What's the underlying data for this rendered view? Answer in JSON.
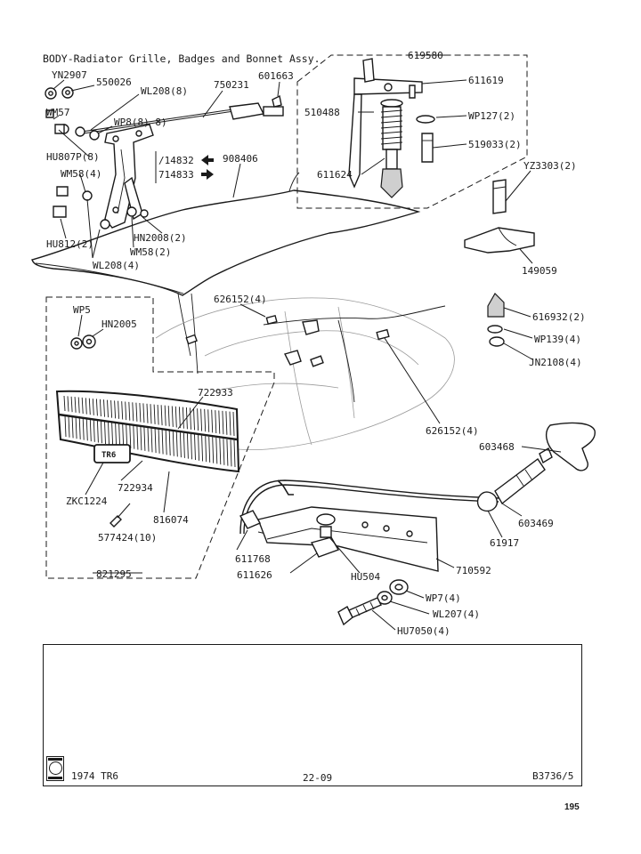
{
  "title": "BODY-Radiator Grille, Badges and Bonnet Assy.",
  "labels": {
    "yn2907": "YN2907",
    "p550026": "550026",
    "wl208_8": "WL208(8)",
    "p750231": "750231",
    "p601663": "601663",
    "wm57": "WM57",
    "wp8_8": "WP8(8) 8)",
    "hu807p": "HU807P(8)",
    "p714832": "/14832",
    "p714833": "714833",
    "p908406": "908406",
    "wm58_4": "WM58(4)",
    "hn2008": "HN2008(2)",
    "hu812": "HU812(2)",
    "wm58_2": "WM58(2)",
    "wl208_4": "WL208(4)",
    "p619580": "619580",
    "p611619": "611619",
    "p510488": "510488",
    "wp127": "WP127(2)",
    "p519033": "519033(2)",
    "p611624": "611624",
    "yz3303": "YZ3303(2)",
    "p149059": "149059",
    "p626152_top": "626152(4)",
    "p616932": "616932(2)",
    "wp139": "WP139(4)",
    "jn2108": "JN2108(4)",
    "wp5": "WP5",
    "hn2005": "HN2005",
    "p722933": "722933",
    "p626152_bot": "626152(4)",
    "p603468": "603468",
    "p722934": "722934",
    "zkc1224": "ZKC1224",
    "p816074": "816074",
    "p577424": "577424(10)",
    "p603469": "603469",
    "p61917": "61917",
    "p611768": "611768",
    "p710592": "710592",
    "p611626": "611626",
    "hu504": "HU504",
    "p821295": "821295",
    "wp7": "WP7(4)",
    "wl207": "WL207(4)",
    "hu7050": "HU7050(4)"
  },
  "footer": {
    "model": "1974  TR6",
    "section": "22-09",
    "ref": "B3736/5",
    "page": "195"
  },
  "badge_text": "TR6"
}
